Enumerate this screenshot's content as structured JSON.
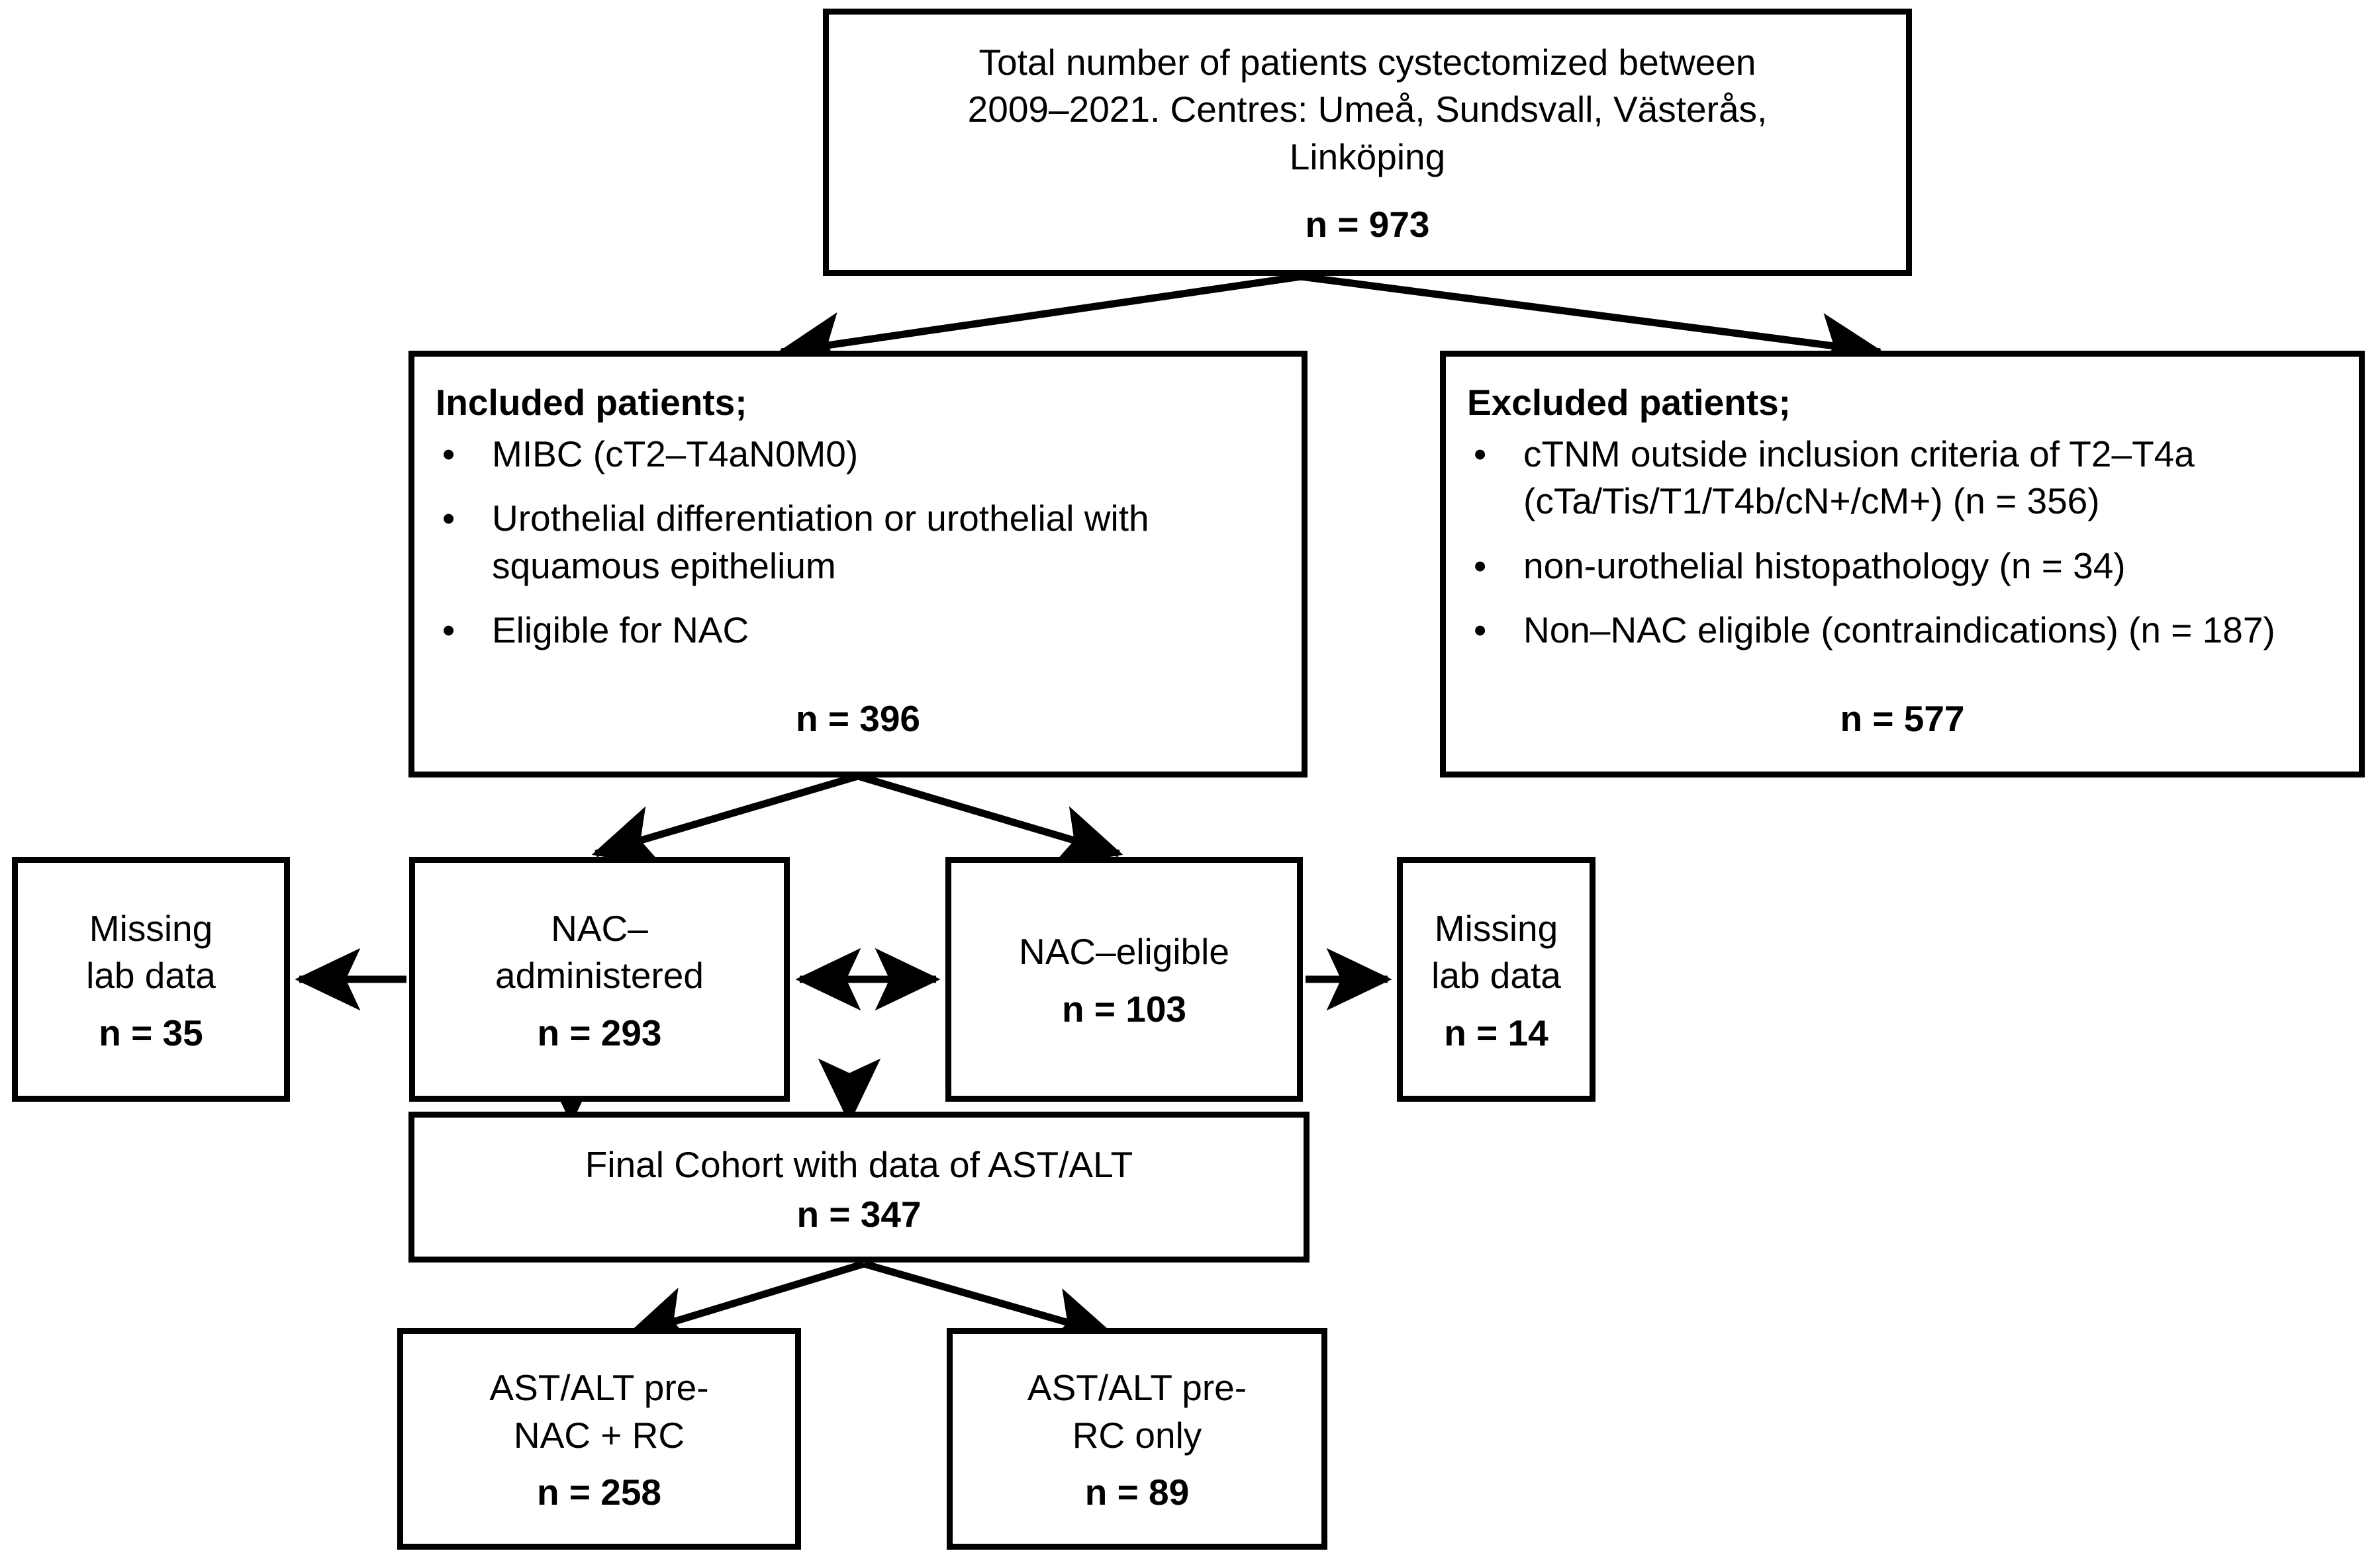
{
  "diagram": {
    "type": "flowchart",
    "title": "Patient selection flow chart",
    "stroke_color": "#000000",
    "fill_color": "#ffffff",
    "nodes": {
      "total": {
        "id": "total-patients",
        "line1": "Total number of patients cystectomized between",
        "line2": "2009–2021. Centres: Umeå, Sundsvall, Västerås,",
        "line3": "Linköping",
        "n": "n = 973"
      },
      "included": {
        "id": "included-patients",
        "heading": "Included patients;",
        "bullets": [
          "MIBC (cT2–T4aN0M0)",
          "Urothelial differentiation or urothelial with squamous epithelium",
          "Eligible for NAC"
        ],
        "n": "n = 396"
      },
      "excluded": {
        "id": "excluded-patients",
        "heading": "Excluded patients;",
        "bullets": [
          "cTNM outside inclusion criteria of T2–T4a (cTa/Tis/T1/T4b/cN+/cM+) (n = 356)",
          "non-urothelial histopathology (n = 34)",
          "Non–NAC eligible (contraindications) (n = 187)"
        ],
        "n": "n = 577"
      },
      "missing_left": {
        "id": "missing-lab-data-left",
        "line1": "Missing",
        "line2": "lab data",
        "n": "n = 35"
      },
      "nac_administered": {
        "id": "nac-administered",
        "line1": "NAC–",
        "line2": "administered",
        "n": "n = 293"
      },
      "nac_eligible": {
        "id": "nac-eligible",
        "line1": "NAC–eligible",
        "n": "n = 103"
      },
      "missing_right": {
        "id": "missing-lab-data-right",
        "line1": "Missing",
        "line2": "lab data",
        "n": "n = 14"
      },
      "final_cohort": {
        "id": "final-cohort",
        "line1": "Final Cohort with data of AST/ALT",
        "n": "n = 347"
      },
      "pre_nac_rc": {
        "id": "ast-alt-pre-nac-rc",
        "line1": "AST/ALT pre-",
        "line2": "NAC + RC",
        "n": "n = 258"
      },
      "pre_rc_only": {
        "id": "ast-alt-pre-rc-only",
        "line1": "AST/ALT pre-",
        "line2": "RC only",
        "n": "n = 89"
      }
    },
    "edges": [
      {
        "from": "total",
        "to": "included",
        "style": "arrow"
      },
      {
        "from": "total",
        "to": "excluded",
        "style": "arrow"
      },
      {
        "from": "included",
        "to": "nac_administered",
        "style": "arrow"
      },
      {
        "from": "included",
        "to": "nac_eligible",
        "style": "arrow"
      },
      {
        "from": "nac_administered",
        "to": "missing_left",
        "style": "arrow"
      },
      {
        "from": "nac_administered",
        "to": "nac_eligible",
        "style": "double-arrow"
      },
      {
        "from": "nac_eligible",
        "to": "missing_right",
        "style": "arrow"
      },
      {
        "from": "nac_administered",
        "to": "final_cohort",
        "style": "arrow"
      },
      {
        "from": "nac_eligible",
        "to": "final_cohort",
        "style": "arrow"
      },
      {
        "from": "final_cohort",
        "to": "pre_nac_rc",
        "style": "arrow"
      },
      {
        "from": "final_cohort",
        "to": "pre_rc_only",
        "style": "arrow"
      }
    ]
  }
}
